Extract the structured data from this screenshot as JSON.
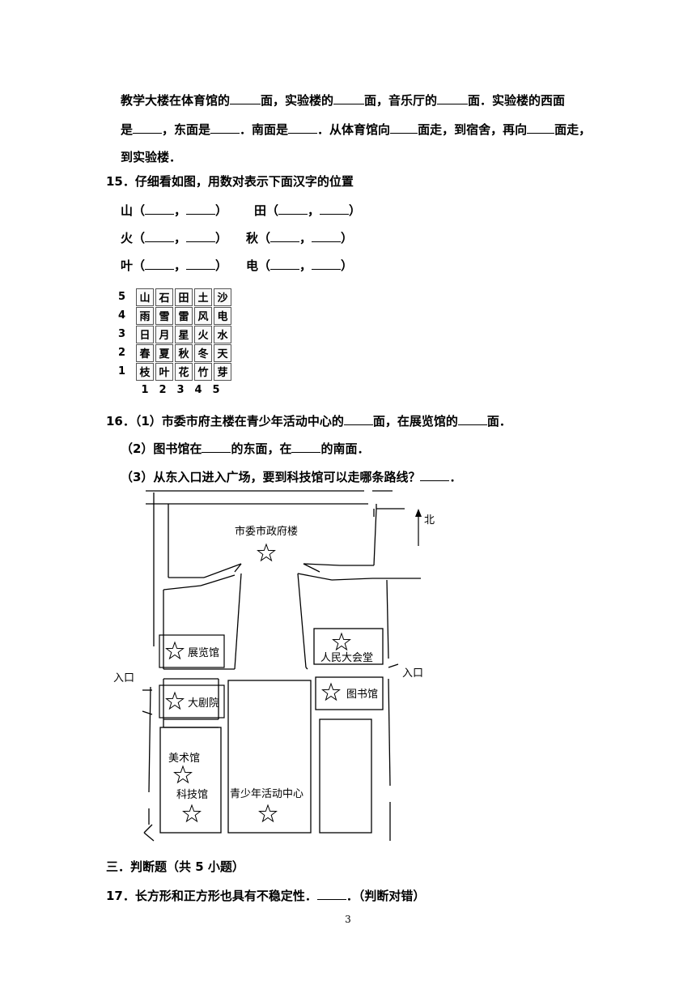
{
  "q14": {
    "line1": [
      "教学大楼在体育馆的",
      "面，实验楼的",
      "面，音乐厅的",
      "面．实验楼的西面"
    ],
    "line2": [
      "是",
      "，东面是",
      "．南面是",
      "．从体育馆向",
      "面走，到宿舍，再向",
      "面走，"
    ],
    "line3": "到实验楼．"
  },
  "q15": {
    "title": "15．仔细看如图，用数对表示下面汉字的位置",
    "items": [
      {
        "char": "山"
      },
      {
        "char": "田"
      },
      {
        "char": "火"
      },
      {
        "char": "秋"
      },
      {
        "char": "叶"
      },
      {
        "char": "电"
      }
    ],
    "paren_open": "（",
    "paren_comma": "，",
    "paren_close": "）",
    "grid": {
      "rows": [
        {
          "label": "5",
          "cells": [
            "山",
            "石",
            "田",
            "土",
            "沙"
          ]
        },
        {
          "label": "4",
          "cells": [
            "雨",
            "雪",
            "雷",
            "风",
            "电"
          ]
        },
        {
          "label": "3",
          "cells": [
            "日",
            "月",
            "星",
            "火",
            "水"
          ]
        },
        {
          "label": "2",
          "cells": [
            "春",
            "夏",
            "秋",
            "冬",
            "天"
          ]
        },
        {
          "label": "1",
          "cells": [
            "枝",
            "叶",
            "花",
            "竹",
            "芽"
          ]
        }
      ],
      "col_labels": [
        "1",
        "2",
        "3",
        "4",
        "5"
      ]
    }
  },
  "q16": {
    "p1": [
      "16．（1）市委市府主楼在青少年活动中心的",
      "面，在展览馆的",
      "面．"
    ],
    "p2": [
      "（2）图书馆在",
      "的东面，在",
      "的南面．"
    ],
    "p3": [
      "（3）从东入口进入广场，要到科技馆可以走哪条路线？",
      "．"
    ],
    "map": {
      "north": "北",
      "city_hall": "市委市政府楼",
      "exhibition": "展览馆",
      "theater": "大剧院",
      "art_museum": "美术馆",
      "science_museum": "科技馆",
      "youth_center": "青少年活动中心",
      "peoples_hall": "人民大会堂",
      "library": "图书馆",
      "entrance_west": "入口",
      "entrance_east": "入口"
    }
  },
  "section3": "三．判断题（共 5 小题）",
  "q17": [
    "17．长方形和正方形也具有不稳定性．",
    "．（判断对错）"
  ],
  "page_number": "3"
}
